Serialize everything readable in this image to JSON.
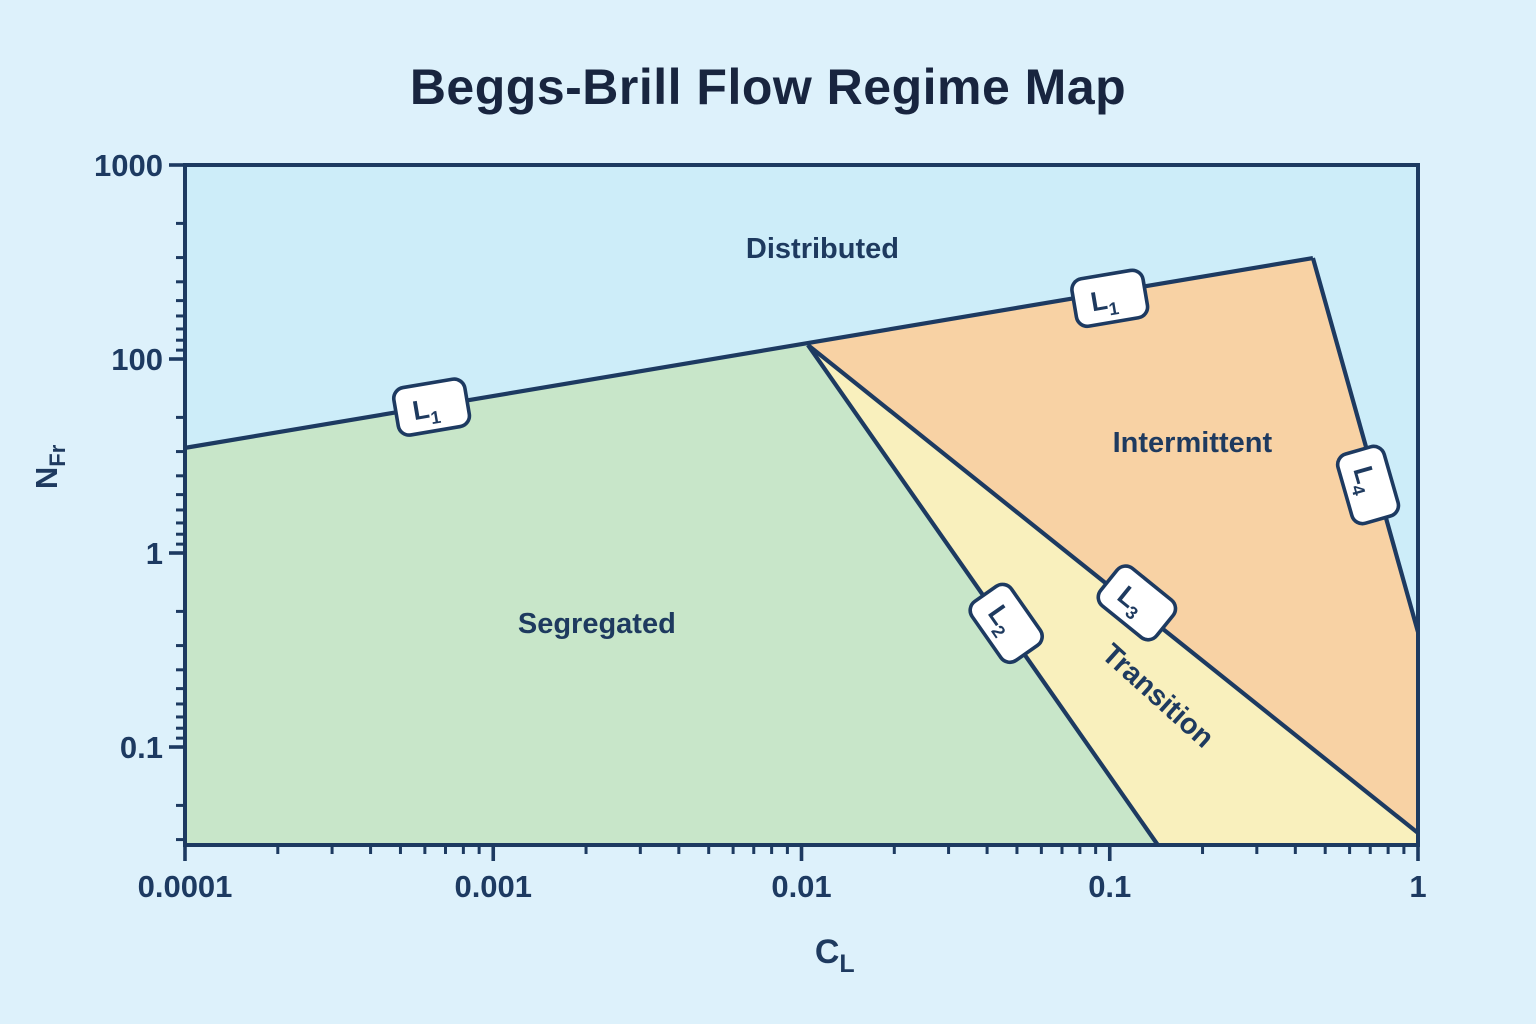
{
  "title": "Beggs-Brill Flow Regime Map",
  "colors": {
    "page_bg": "#ddf1fb",
    "plot_bg": "#cdedf9",
    "segregated": "#c8e6c9",
    "transition": "#f9f0bd",
    "intermittent": "#f8d2a4",
    "line": "#1d3a61",
    "title_text": "#18253f",
    "label_text": "#1e3a5f",
    "box_bg": "#ffffff"
  },
  "chart_data": {
    "type": "region-map",
    "title": "Beggs-Brill Flow Regime Map",
    "xlabel": {
      "base": "C",
      "sub": "L"
    },
    "ylabel": {
      "base": "N",
      "sub": "Fr"
    },
    "x_axis": {
      "scale": "log",
      "range": [
        0.0001,
        1
      ],
      "decade_f": 0.25,
      "ticks": [
        {
          "label": "0.0001",
          "f": 0
        },
        {
          "label": "0.001",
          "f": 0.25
        },
        {
          "label": "0.01",
          "f": 0.5
        },
        {
          "label": "0.1",
          "f": 0.75
        },
        {
          "label": "1",
          "f": 1
        }
      ]
    },
    "y_axis": {
      "scale": "log",
      "decade_f": 0.2853,
      "ticks": [
        {
          "label": "1000",
          "f": 0
        },
        {
          "label": "100",
          "f": 0.2853
        },
        {
          "label": "1",
          "f": 0.5706
        },
        {
          "label": "0.1",
          "f": 0.8559
        }
      ]
    },
    "regions": [
      {
        "id": "distributed",
        "label": "Distributed",
        "color": "plot_bg",
        "polygon": [
          [
            0,
            0
          ],
          [
            1,
            0
          ],
          [
            1,
            1
          ],
          [
            0,
            1
          ]
        ],
        "label_pos": [
          0.517,
          0.137
        ],
        "label_rotation": 0
      },
      {
        "id": "segregated",
        "label": "Segregated",
        "color": "segregated",
        "polygon": [
          [
            0,
            0.416
          ],
          [
            0.5052,
            0.2647
          ],
          [
            0.789,
            1
          ],
          [
            0,
            1
          ]
        ],
        "label_pos": [
          0.334,
          0.688
        ],
        "label_rotation": 0
      },
      {
        "id": "transition",
        "label": "Transition",
        "color": "transition",
        "polygon": [
          [
            0.5052,
            0.2647
          ],
          [
            1,
            0.9824
          ],
          [
            1,
            1
          ],
          [
            0.789,
            1
          ]
        ],
        "label_pos": [
          0.784,
          0.791
        ],
        "label_rotation": 42
      },
      {
        "id": "intermittent",
        "label": "Intermittent",
        "color": "intermittent",
        "polygon": [
          [
            0.5052,
            0.2647
          ],
          [
            0.9148,
            0.1368
          ],
          [
            1,
            0.6868
          ],
          [
            1,
            0.9824
          ]
        ],
        "label_pos": [
          0.817,
          0.422
        ],
        "label_rotation": 0
      }
    ],
    "boundaries": [
      {
        "id": "L1",
        "from": [
          0,
          0.416
        ],
        "to": [
          0.9148,
          0.1368
        ],
        "labels": [
          {
            "main": "L",
            "sub": "1",
            "pos": [
              0.2,
              0.356
            ],
            "rotation": -9.6
          },
          {
            "main": "L",
            "sub": "1",
            "pos": [
              0.75,
              0.196
            ],
            "rotation": -9.6
          }
        ]
      },
      {
        "id": "L2",
        "from": [
          0.5052,
          0.2647
        ],
        "to": [
          0.789,
          1
        ],
        "labels": [
          {
            "main": "L",
            "sub": "2",
            "pos": [
              0.666,
              0.674
            ],
            "rotation": 55
          }
        ]
      },
      {
        "id": "L3",
        "from": [
          0.5052,
          0.2647
        ],
        "to": [
          1,
          0.9824
        ],
        "labels": [
          {
            "main": "L",
            "sub": "3",
            "pos": [
              0.772,
              0.644
            ],
            "rotation": 39
          }
        ]
      },
      {
        "id": "L4",
        "from": [
          0.9148,
          0.1368
        ],
        "to": [
          1,
          0.6868
        ],
        "labels": [
          {
            "main": "L",
            "sub": "4",
            "pos": [
              0.9595,
              0.4706
            ],
            "rotation": 74
          }
        ]
      }
    ]
  }
}
